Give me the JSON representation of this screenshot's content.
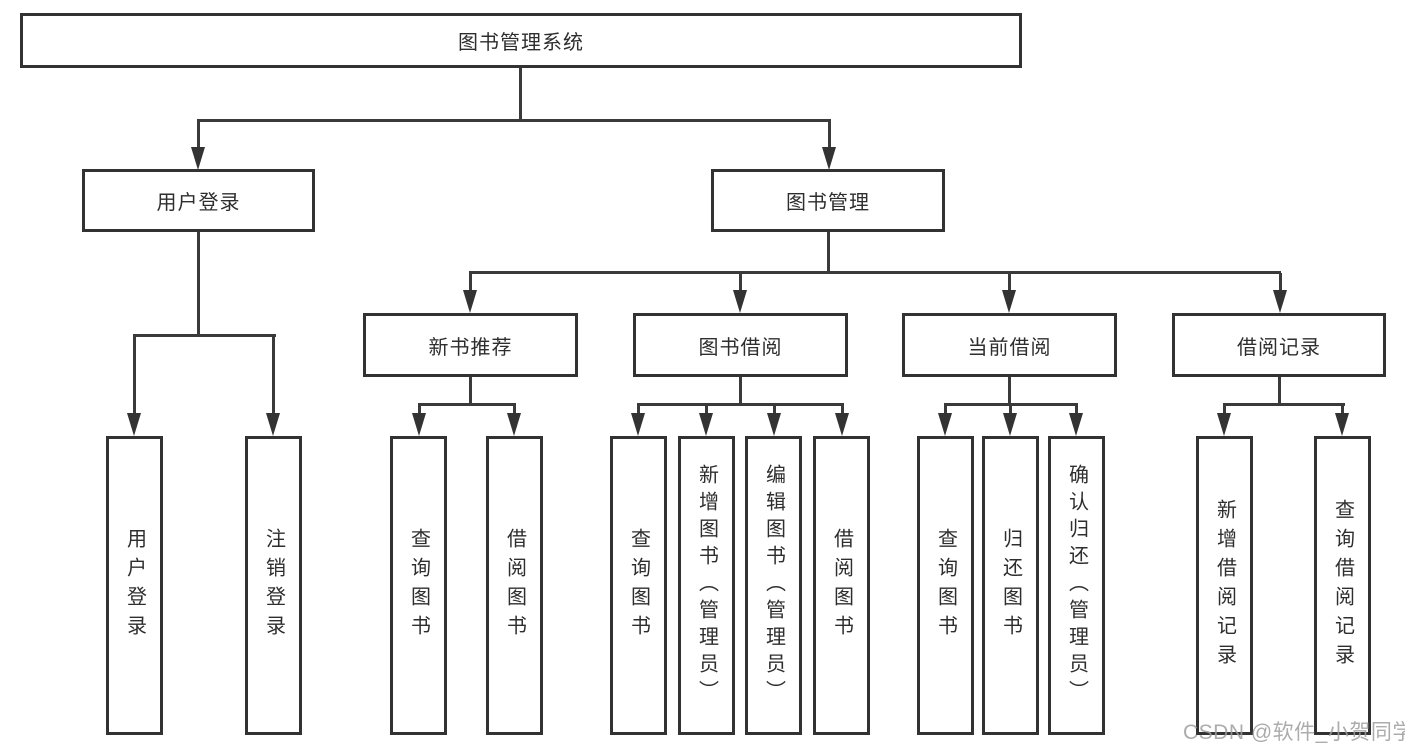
{
  "root": {
    "label": "图书管理系统"
  },
  "tree": {
    "user_login": {
      "label": "用户登录",
      "children": {
        "login": "用户登录",
        "logout": "注销登录"
      }
    },
    "book_mgmt": {
      "label": "图书管理",
      "groups": {
        "new_book_rec": {
          "label": "新书推荐",
          "children": {
            "query_book": "查询图书",
            "borrow_book": "借阅图书"
          }
        },
        "book_borrow": {
          "label": "图书借阅",
          "children": {
            "query_book": "查询图书",
            "add_book": "新增图书（管理员）",
            "edit_book": "编辑图书（管理员）",
            "borrow_book": "借阅图书"
          }
        },
        "current_borrow": {
          "label": "当前借阅",
          "children": {
            "query_book": "查询图书",
            "return_book": "归还图书",
            "confirm_return": "确认归还（管理员）"
          }
        },
        "borrow_records": {
          "label": "借阅记录",
          "children": {
            "add_record": "新增借阅记录",
            "query_record": "查询借阅记录"
          }
        }
      }
    }
  },
  "watermark": {
    "text": "CSDN @软件_小贺同学"
  },
  "colors": {
    "line": "#3a3a3a",
    "box_border": "#323232",
    "text": "#2e2e2e",
    "background": "#ffffff",
    "watermark": "#9e9e9e"
  }
}
